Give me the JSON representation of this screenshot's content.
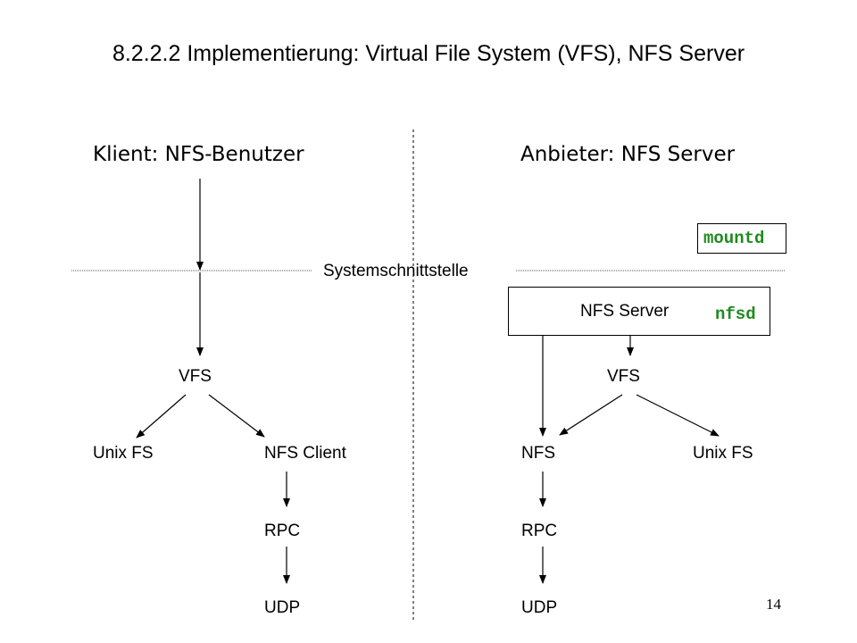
{
  "title": "8.2.2.2 Implementierung: Virtual File System (VFS), NFS Server",
  "client": {
    "header": "Klient: NFS-Benutzer",
    "vfs": "VFS",
    "unix_fs": "Unix FS",
    "nfs_client": "NFS Client",
    "rpc": "RPC",
    "udp": "UDP"
  },
  "server": {
    "header": "Anbieter: NFS Server",
    "mountd": "mountd",
    "nfs_server": "NFS Server",
    "nfsd": "nfsd",
    "vfs": "VFS",
    "nfs": "NFS",
    "unix_fs": "Unix FS",
    "rpc": "RPC",
    "udp": "UDP"
  },
  "system_interface": "Systemschnittstelle",
  "page_number": "14"
}
